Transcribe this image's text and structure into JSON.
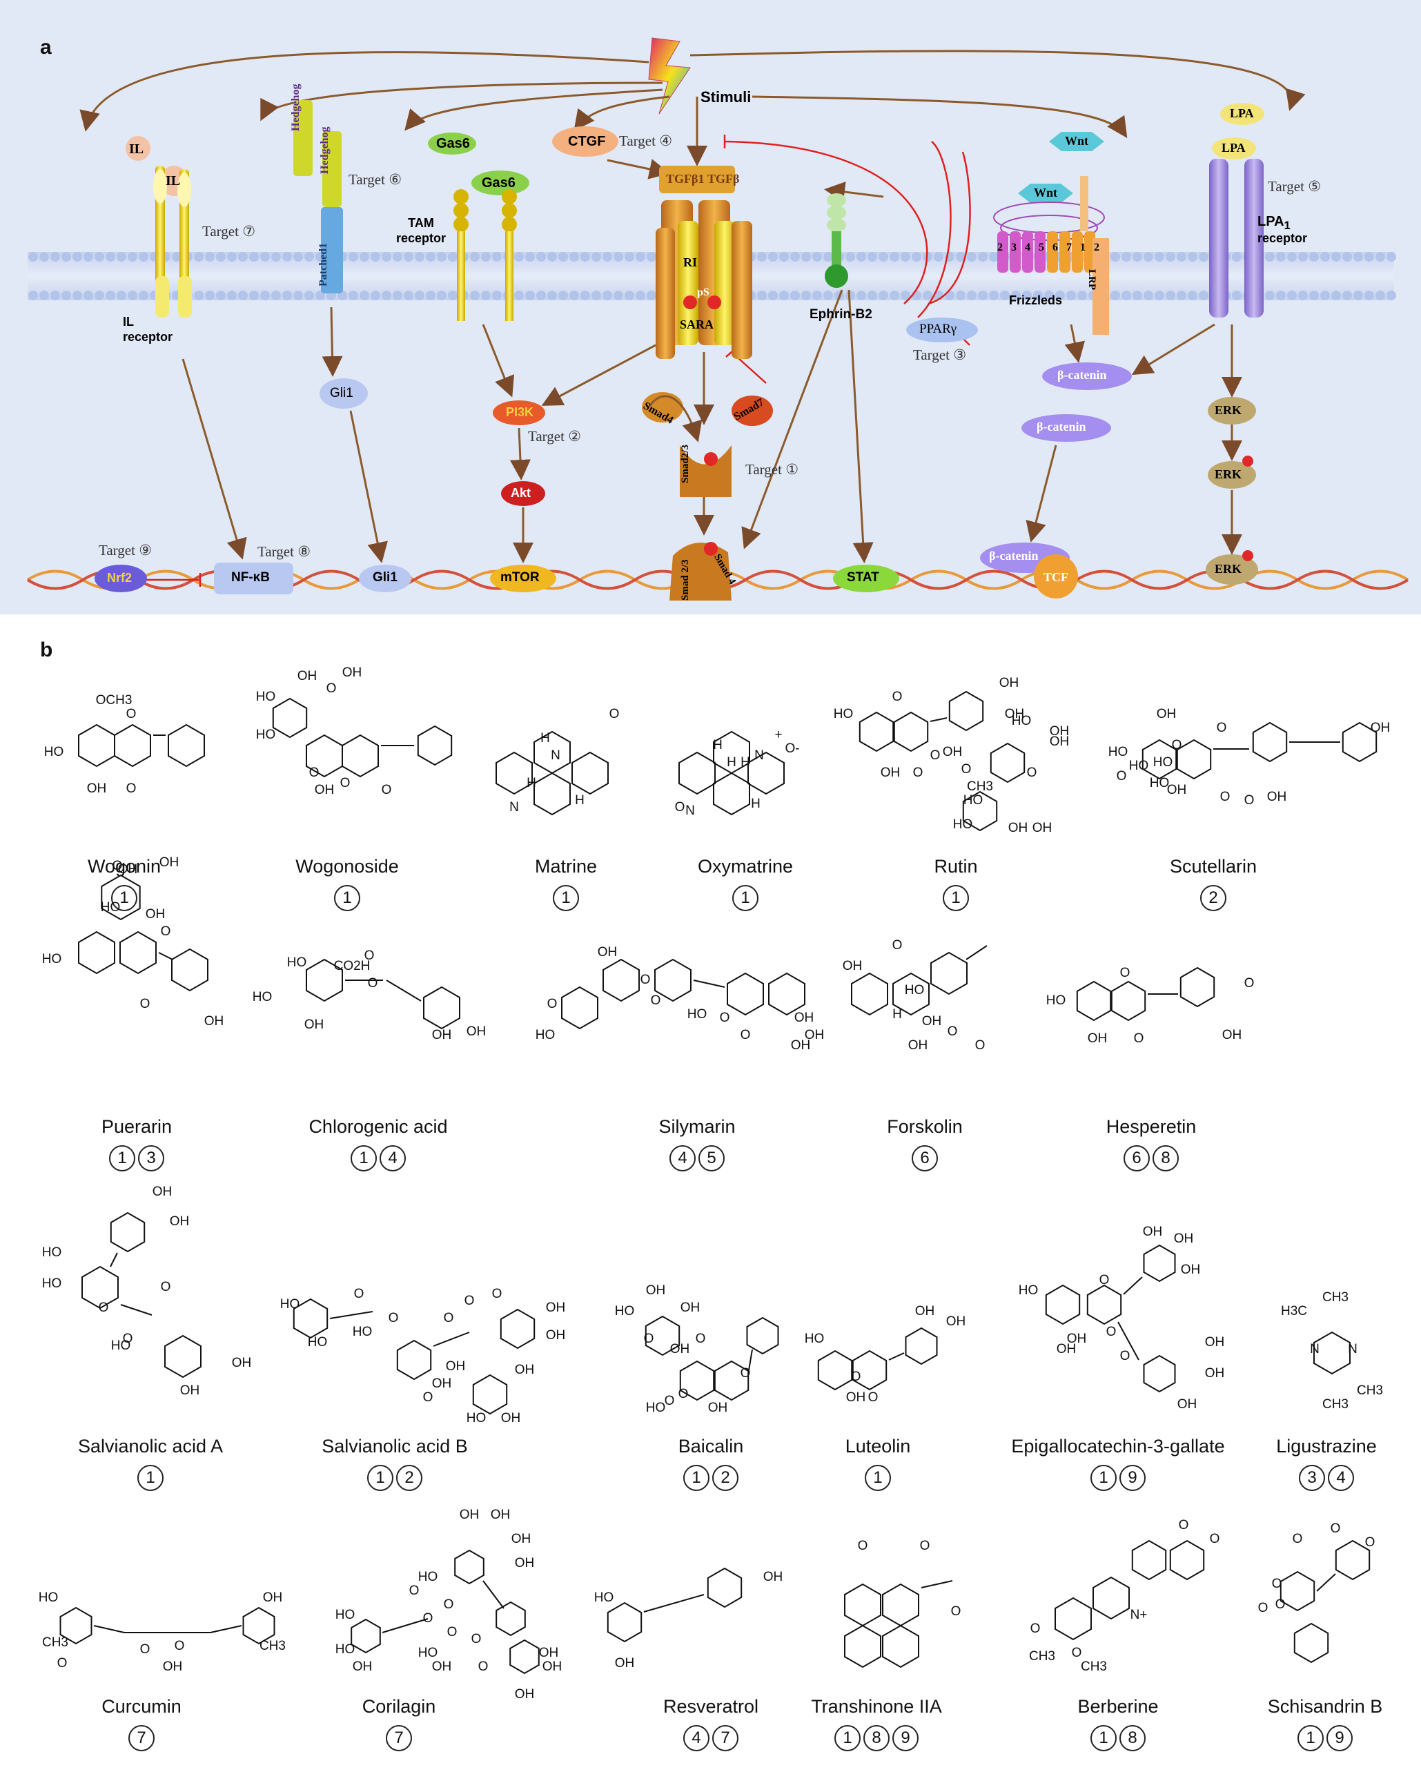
{
  "panel_a": {
    "letter": "a",
    "stimuli": "Stimuli",
    "ligands": {
      "il_1": "IL",
      "il_2": "IL",
      "hedgehog_1": "Hedgehog",
      "hedgehog_2": "Hedgehog",
      "gas6_1": "Gas6",
      "gas6_2": "Gas6",
      "ctgf": "CTGF",
      "tgfb": "TGFβ1 TGFβ",
      "wnt_1": "Wnt",
      "wnt_2": "Wnt",
      "lpa_1": "LPA",
      "lpa_2": "LPA"
    },
    "receptors": {
      "il": "IL\nreceptor",
      "patched": "Patched1",
      "tam": "TAM\nreceptor",
      "ri": "RI",
      "ephrin": "Ephrin-B2",
      "frizzleds": "Frizzleds",
      "lrp": "LRP",
      "lpa1": "LPA",
      "lpa1_sub": "1",
      "lpa1_rest": "receptor"
    },
    "nodes": {
      "gli1_upper": "Gli1",
      "pi3k": "PI3K",
      "akt": "Akt",
      "mtor": "mTOR",
      "smad4": "Smad4",
      "smad7": "Smad7",
      "smad23": "Smad2/3",
      "smad23_b": "Smad 2/3",
      "smad4_b": "Smad 4",
      "ps": "pS",
      "sara": "SARA",
      "pparg": "PPARγ",
      "beta_catenin": "β-catenin",
      "tcf": "TCF",
      "erk": "ERK",
      "stat": "STAT",
      "nrf2": "Nrf2",
      "nfkb": "NF-κB",
      "gli1_lower": "Gli1"
    },
    "targets": {
      "t1": "Target ①",
      "t2": "Target ②",
      "t3": "Target ③",
      "t4": "Target ④",
      "t5": "Target ⑤",
      "t6": "Target ⑥",
      "t7": "Target ⑦",
      "t8": "Target ⑧",
      "t9": "Target ⑨"
    },
    "frizzled_numbers": "2 3 4 5 6 7 1 2"
  },
  "panel_b": {
    "letter": "b",
    "compounds": [
      {
        "name": "Wogonin",
        "targets": [
          "1"
        ]
      },
      {
        "name": "Wogonoside",
        "targets": [
          "1"
        ]
      },
      {
        "name": "Matrine",
        "targets": [
          "1"
        ]
      },
      {
        "name": "Oxymatrine",
        "targets": [
          "1"
        ]
      },
      {
        "name": "Rutin",
        "targets": [
          "1"
        ]
      },
      {
        "name": "Scutellarin",
        "targets": [
          "2"
        ]
      },
      {
        "name": "Puerarin",
        "targets": [
          "1",
          "3"
        ]
      },
      {
        "name": "Chlorogenic acid",
        "targets": [
          "1",
          "4"
        ]
      },
      {
        "name": "Silymarin",
        "targets": [
          "4",
          "5"
        ]
      },
      {
        "name": "Forskolin",
        "targets": [
          "6"
        ]
      },
      {
        "name": "Hesperetin",
        "targets": [
          "6",
          "8"
        ]
      },
      {
        "name": "Salvianolic acid A",
        "targets": [
          "1"
        ]
      },
      {
        "name": "Salvianolic acid B",
        "targets": [
          "1",
          "2"
        ]
      },
      {
        "name": "Baicalin",
        "targets": [
          "1",
          "2"
        ]
      },
      {
        "name": "Luteolin",
        "targets": [
          "1"
        ]
      },
      {
        "name": "Epigallocatechin-3-gallate",
        "targets": [
          "1",
          "9"
        ]
      },
      {
        "name": "Ligustrazine",
        "targets": [
          "3",
          "4"
        ]
      },
      {
        "name": "Curcumin",
        "targets": [
          "7"
        ]
      },
      {
        "name": "Corilagin",
        "targets": [
          "7"
        ]
      },
      {
        "name": "Resveratrol",
        "targets": [
          "4",
          "7"
        ]
      },
      {
        "name": "Transhinone IIA",
        "targets": [
          "1",
          "8",
          "9"
        ]
      },
      {
        "name": "Berberine",
        "targets": [
          "1",
          "8"
        ]
      },
      {
        "name": "Schisandrin B",
        "targets": [
          "1",
          "9"
        ]
      }
    ],
    "structure_labels": {
      "wogonin": [
        "OCH3",
        "HO",
        "OH",
        "O",
        "O"
      ],
      "wogonoside": [
        "OH",
        "OH",
        "HO",
        "HO",
        "O",
        "O",
        "O",
        "OH",
        "O"
      ],
      "matrine": [
        "H",
        "H",
        "N",
        "N",
        "H",
        "O"
      ],
      "oxymatrine": [
        "H",
        "H",
        "H",
        "N",
        "O-",
        "+",
        "N",
        "O",
        "H"
      ],
      "rutin": [
        "OH",
        "OH",
        "HO",
        "O",
        "O",
        "OH",
        "O",
        "OH",
        "O",
        "HO",
        "OH",
        "OH",
        "O",
        "HO",
        "HO",
        "OH",
        "OH",
        "CH3"
      ],
      "scutellarin": [
        "OH",
        "O",
        "HO",
        "O",
        "HO",
        "HO",
        "OH",
        "O",
        "O",
        "OH",
        "HO",
        "OH",
        "O"
      ],
      "puerarin": [
        "O",
        "OH",
        "OH",
        "HO",
        "OH",
        "HO",
        "O",
        "O",
        "OH"
      ],
      "chlorogenic": [
        "HO",
        "CO2H",
        "HO",
        "OH",
        "O",
        "O",
        "OH",
        "OH"
      ],
      "silymarin": [
        "OH",
        "O",
        "O",
        "O",
        "HO",
        "OH",
        "O",
        "OH",
        "OH",
        "HO",
        "O"
      ],
      "forskolin": [
        "O",
        "OH",
        "HO",
        "OH",
        "H",
        "OH",
        "O",
        "O"
      ],
      "hesperetin": [
        "HO",
        "O",
        "OH",
        "OH",
        "O",
        "O"
      ],
      "saa": [
        "OH",
        "OH",
        "HO",
        "HO",
        "O",
        "O",
        "HO",
        "O",
        "OH",
        "OH"
      ],
      "sab": [
        "HO",
        "HO",
        "O",
        "HO",
        "O",
        "O",
        "O",
        "O",
        "OH",
        "OH",
        "OH",
        "O",
        "OH",
        "HO",
        "OH",
        "OH"
      ],
      "baicalin": [
        "OH",
        "HO",
        "O",
        "OH",
        "OH",
        "O",
        "O",
        "HO",
        "OH",
        "O",
        "O"
      ],
      "luteolin": [
        "OH",
        "OH",
        "HO",
        "O",
        "OH",
        "O"
      ],
      "egcg": [
        "OH",
        "OH",
        "OH",
        "HO",
        "O",
        "OH",
        "OH",
        "O",
        "O",
        "OH",
        "OH",
        "OH"
      ],
      "ligustrazine": [
        "CH3",
        "H3C",
        "N",
        "N",
        "CH3",
        "CH3"
      ],
      "curcumin": [
        "HO",
        "CH3",
        "O",
        "O",
        "OH",
        "OH",
        "CH3",
        "O"
      ],
      "corilagin": [
        "OH",
        "OH",
        "HO",
        "O",
        "O",
        "HO",
        "O",
        "O",
        "HO",
        "OH",
        "O",
        "OH",
        "OH",
        "O",
        "OH",
        "OH",
        "OH",
        "HO",
        "OH"
      ],
      "resveratrol": [
        "OH",
        "HO",
        "OH"
      ],
      "tanshinone": [
        "O",
        "O",
        "O"
      ],
      "berberine": [
        "O",
        "O",
        "N+",
        "O",
        "CH3",
        "O",
        "CH3"
      ],
      "schisandrin": [
        "O",
        "O",
        "O",
        "O",
        "O",
        "O"
      ]
    }
  }
}
